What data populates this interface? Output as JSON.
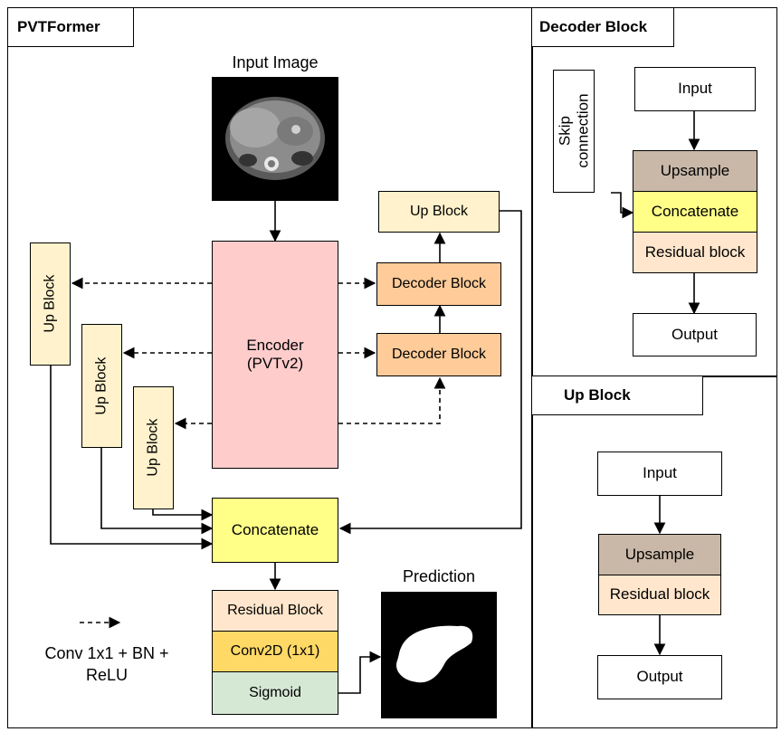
{
  "panels": {
    "pvtformer_title": "PVTFormer",
    "decoder_block_title": "Decoder Block",
    "up_block_title": "Up Block"
  },
  "main": {
    "input_image_label": "Input Image",
    "encoder_line1": "Encoder",
    "encoder_line2": "(PVTv2)",
    "up_block_top": "Up Block",
    "decoder_block_1": "Decoder Block",
    "decoder_block_2": "Decoder Block",
    "up_block_left_1": "Up Block",
    "up_block_left_2": "Up Block",
    "up_block_left_3": "Up Block",
    "concatenate": "Concatenate",
    "residual_block": "Residual Block",
    "conv2d": "Conv2D (1x1)",
    "sigmoid": "Sigmoid",
    "prediction_label": "Prediction",
    "legend_line1": "Conv 1x1  + BN +",
    "legend_line2": "ReLU"
  },
  "decoder_detail": {
    "skip_line1": "Skip",
    "skip_line2": "connection",
    "input": "Input",
    "upsample": "Upsample",
    "concatenate": "Concatenate",
    "residual_block": "Residual block",
    "output": "Output"
  },
  "up_detail": {
    "input": "Input",
    "upsample": "Upsample",
    "residual_block": "Residual block",
    "output": "Output"
  },
  "colors": {
    "encoder": "#ffcccc",
    "up_block": "#fff2cc",
    "decoder_block": "#ffcc99",
    "concatenate": "#ffff88",
    "residual": "#ffe6cc",
    "conv2d": "#ffd966",
    "sigmoid": "#d5e8d4",
    "upsample": "#c9b8a8"
  }
}
